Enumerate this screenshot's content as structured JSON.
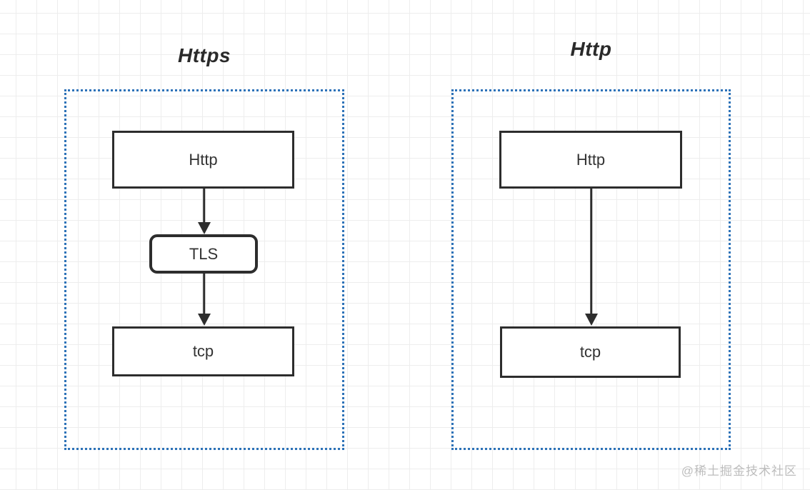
{
  "colors": {
    "panel_border": "#2d72b8",
    "node_border": "#2d2d2d",
    "node_text": "#333333",
    "title_text": "#2a2a2a",
    "watermark": "#bdbdbd",
    "grid_line": "#ededed",
    "canvas_bg": "#ffffff"
  },
  "left_panel": {
    "title": "Https",
    "nodes": [
      {
        "id": "http",
        "label": "Http",
        "shape": "rect"
      },
      {
        "id": "tls",
        "label": "TLS",
        "shape": "rounded-rect"
      },
      {
        "id": "tcp",
        "label": "tcp",
        "shape": "rect"
      }
    ],
    "edges": [
      {
        "from": "http",
        "to": "tls",
        "style": "arrow-down"
      },
      {
        "from": "tls",
        "to": "tcp",
        "style": "arrow-down"
      }
    ]
  },
  "right_panel": {
    "title": "Http",
    "nodes": [
      {
        "id": "http",
        "label": "Http",
        "shape": "rect"
      },
      {
        "id": "tcp",
        "label": "tcp",
        "shape": "rect"
      }
    ],
    "edges": [
      {
        "from": "http",
        "to": "tcp",
        "style": "arrow-down"
      }
    ]
  },
  "watermark": {
    "text": "@稀土掘金技术社区"
  }
}
